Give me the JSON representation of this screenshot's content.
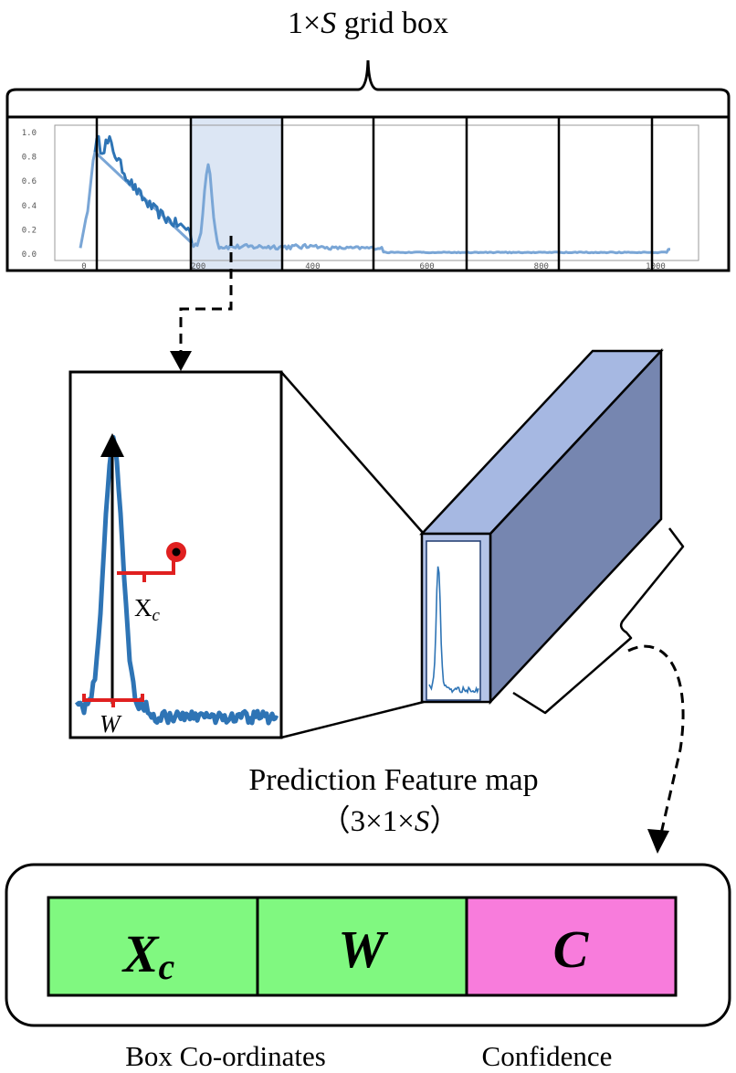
{
  "title": {
    "prefix": "1×",
    "var": "S",
    "suffix": " grid box"
  },
  "spectrum_plot": {
    "y_ticks": [
      "1.0",
      "0.8",
      "0.6",
      "0.4",
      "0.2",
      "0.0"
    ],
    "x_ticks": [
      "0",
      "200",
      "400",
      "600",
      "800",
      "1000"
    ],
    "highlighted_cell": 2,
    "grid_columns": 7
  },
  "zoom_panel": {
    "xc_label": "X",
    "xc_sub": "c",
    "w_label": "W"
  },
  "feature_map": {
    "label": "Prediction Feature map",
    "dims_open": "（3×1×",
    "dims_var": "S",
    "dims_close": "）"
  },
  "output_vector": {
    "cells": [
      {
        "main": "X",
        "sub": "c",
        "color": "#80F880"
      },
      {
        "main": "W",
        "sub": "",
        "color": "#80F880"
      },
      {
        "main": "C",
        "sub": "",
        "color": "#F87CDC"
      }
    ],
    "box_coords_label": "Box Co-ordinates",
    "confidence_label": "Confidence"
  },
  "colors": {
    "signal": "#2E74B5",
    "highlight": "#DCE6F4",
    "annotation": "#E02020",
    "prism_front": "#B4C4E8",
    "prism_top": "#A6B8E2",
    "prism_side": "#7686B0"
  }
}
